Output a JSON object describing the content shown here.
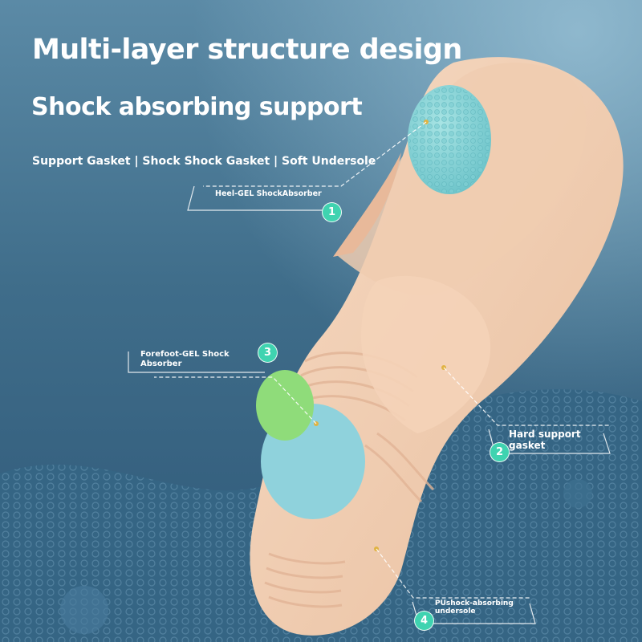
{
  "headline": {
    "title": "Multi-layer structure design",
    "subtitle": "Shock absorbing support",
    "layers": "Support Gasket | Shock Shock Gasket | Soft Undersole"
  },
  "callouts": [
    {
      "number": "1",
      "label": "Heel-GEL ShockAbsorber"
    },
    {
      "number": "2",
      "label_line1": "Hard support",
      "label_line2": "gasket"
    },
    {
      "number": "3",
      "label_line1": "Forefoot-GEL Shock",
      "label_line2": "Absorber"
    },
    {
      "number": "4",
      "label_line1": "PUshock-absorbing",
      "label_line2": "undersole"
    }
  ],
  "colors": {
    "background_top": "#4d7a96",
    "insole": "#f2cdb0",
    "heel_gel": "#8fd6d8",
    "forefoot_gel_green": "#8fdc7a",
    "forefoot_gel_blue": "#8fd2dc",
    "badge": "#3fd3b0"
  }
}
